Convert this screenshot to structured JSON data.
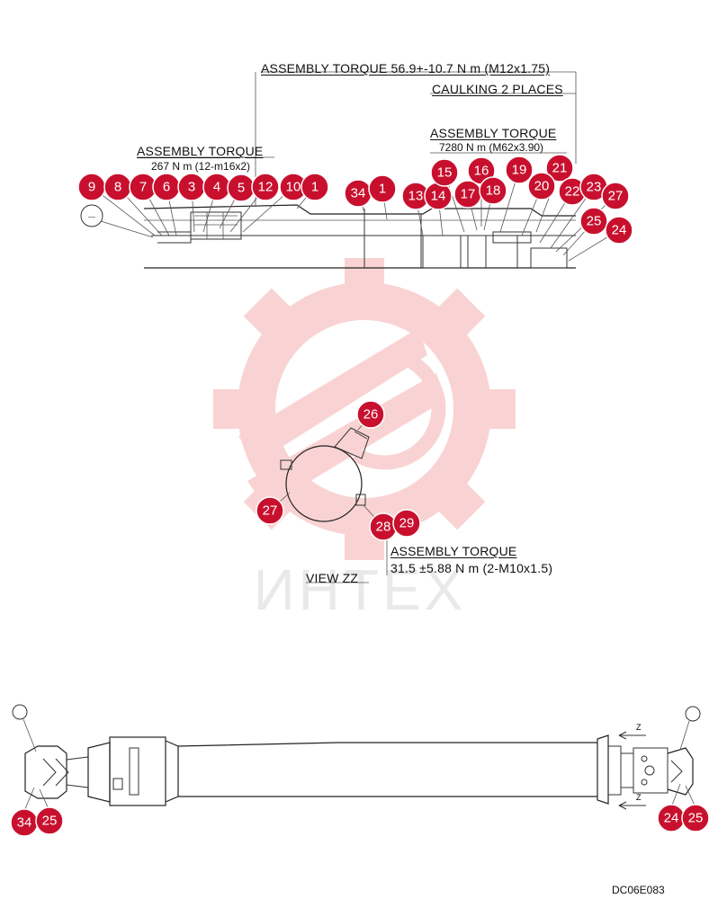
{
  "notes": {
    "torque_top": "ASSEMBLY TORQUE 56.9+-10.7 N m (M12x1.75)",
    "caulking": "CAULKING 2 PLACES",
    "torque_gland_title": "ASSEMBLY TORQUE",
    "torque_gland_value": "7280 N m (M62x3.90)",
    "torque_head_title": "ASSEMBLY TORQUE",
    "torque_head_value": "267 N m (12-m16x2)",
    "torque_clamp_title": "ASSEMBLY TORQUE",
    "torque_clamp_value": "31.5 ±5.88 N m (2-M10x1.5)",
    "view_label": "VIEW  ZZ",
    "drawing_code": "DC06E083"
  },
  "watermark": {
    "text": "ИНТЕХ",
    "color": "#f5c2c2"
  },
  "colors": {
    "callout": "#c8102e",
    "line": "#222222"
  },
  "callouts": {
    "c9": "9",
    "c8": "8",
    "c7": "7",
    "c6": "6",
    "c3": "3",
    "c4": "4",
    "c5": "5",
    "c12": "12",
    "c10": "10",
    "c1a": "1",
    "c34a": "34",
    "c1b": "1",
    "c13": "13",
    "c14": "14",
    "c15": "15",
    "c16": "16",
    "c17": "17",
    "c18": "18",
    "c19": "19",
    "c21": "21",
    "c20": "20",
    "c22": "22",
    "c23": "23",
    "c27a": "27",
    "c25a": "25",
    "c24a": "24",
    "c26": "26",
    "c27b": "27",
    "c28": "28",
    "c29": "29",
    "c34b": "34",
    "c25b": "25",
    "c24b": "24",
    "c25c": "25"
  },
  "marks": {
    "z1": "Z",
    "z2": "Z"
  }
}
